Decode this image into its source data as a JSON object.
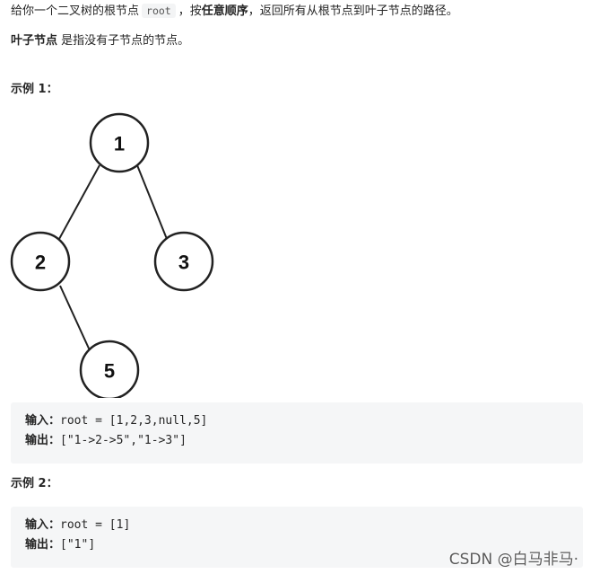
{
  "intro": {
    "prefix": "给你一个二叉树的根节点",
    "code": "root",
    "mid": "，按",
    "emph": "任意顺序",
    "suffix": "，返回所有从根节点到叶子节点的路径。"
  },
  "leaf_def": {
    "emph": "叶子节点",
    "rest": "是指没有子节点的节点。"
  },
  "example1": {
    "title": "示例 1：",
    "tree": {
      "nodes": [
        {
          "id": "n1",
          "label": "1"
        },
        {
          "id": "n2",
          "label": "2"
        },
        {
          "id": "n3",
          "label": "3"
        },
        {
          "id": "n5",
          "label": "5"
        }
      ]
    },
    "input_label": "输入：",
    "input_value": "root = [1,2,3,null,5]",
    "output_label": "输出：",
    "output_value": "[\"1->2->5\",\"1->3\"]"
  },
  "example2": {
    "title": "示例 2：",
    "input_label": "输入：",
    "input_value": "root = [1]",
    "output_label": "输出：",
    "output_value": "[\"1\"]"
  },
  "watermark": "CSDN @白马非马·"
}
